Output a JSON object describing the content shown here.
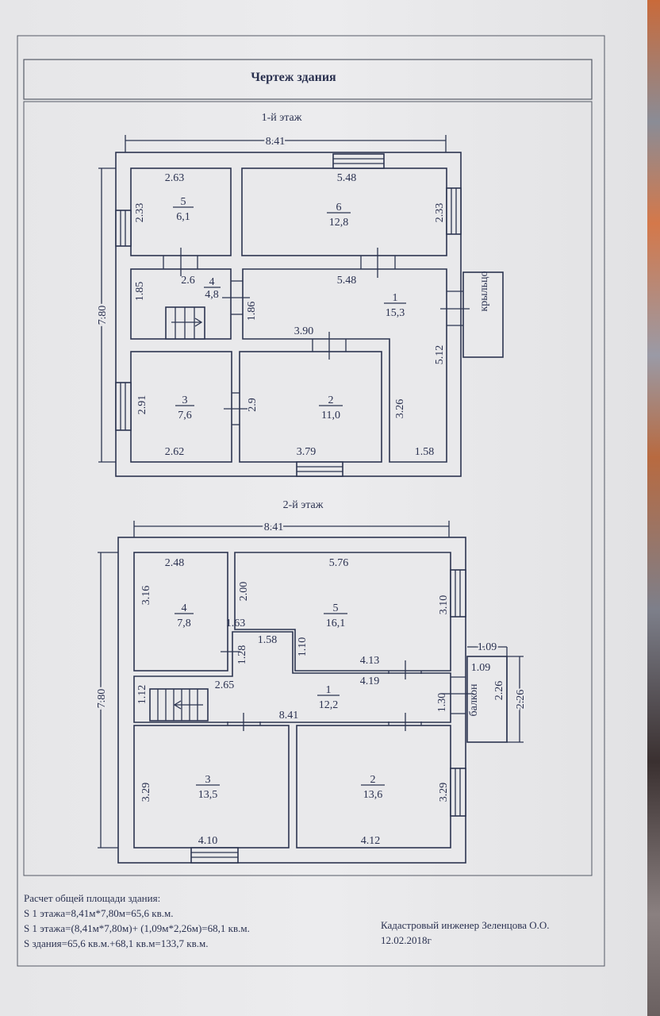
{
  "title": "Чертеж здания",
  "floor1": {
    "label": "1-й этаж",
    "width": "8.41",
    "height": "7.80",
    "porch": "крыльцо",
    "rooms": [
      {
        "num": "5",
        "area": "6,1"
      },
      {
        "num": "6",
        "area": "12,8"
      },
      {
        "num": "4",
        "area": "4,8"
      },
      {
        "num": "1",
        "area": "15,3"
      },
      {
        "num": "3",
        "area": "7,6"
      },
      {
        "num": "2",
        "area": "11,0"
      }
    ],
    "dims": [
      "2.63",
      "5.48",
      "2.33",
      "2.33",
      "2.6",
      "1.85",
      "1.86",
      "5.48",
      "3.90",
      "5.12",
      "2.91",
      "2.9",
      "3.26",
      "2.62",
      "3.79",
      "1.58"
    ]
  },
  "floor2": {
    "label": "2-й этаж",
    "width": "8.41",
    "height": "7.80",
    "balcony": "балкон",
    "rooms": [
      {
        "num": "4",
        "area": "7,8"
      },
      {
        "num": "5",
        "area": "16,1"
      },
      {
        "num": "1",
        "area": "12,2"
      },
      {
        "num": "3",
        "area": "13,5"
      },
      {
        "num": "2",
        "area": "13,6"
      }
    ],
    "dims": [
      "2.48",
      "5.76",
      "3.16",
      "2.00",
      "3.10",
      "1.63",
      "1.58",
      "1.10",
      "1.28",
      "4.13",
      "4.19",
      "2.65",
      "1.12",
      "8.41",
      "1.30",
      "3.29",
      "3.29",
      "4.10",
      "4.12",
      "1.09",
      "1.09",
      "2.26",
      "2.26"
    ]
  },
  "calc": {
    "heading": "Расчет общей площади здания:",
    "lines": [
      "S 1 этажа=8,41м*7,80м=65,6 кв.м.",
      "S 1 этажа=(8,41м*7,80м)+ (1,09м*2,26м)=68,1 кв.м.",
      "S здания=65,6 кв.м.+68,1 кв.м=133,7 кв.м."
    ]
  },
  "signature": {
    "engineer": "Кадастровый инженер Зеленцова О.О.",
    "date": "12.02.2018г"
  }
}
